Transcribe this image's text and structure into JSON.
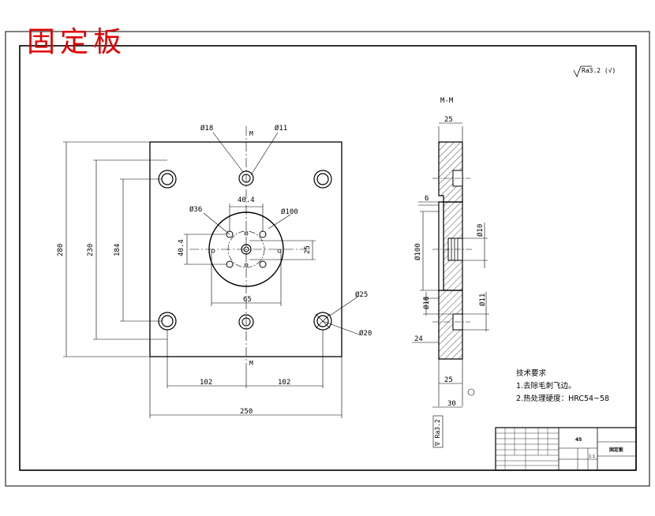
{
  "title": "固定板",
  "surface_finish": "Ra3.2 (√)",
  "views": {
    "section_label": "M-M",
    "cut_mark": "M"
  },
  "dimensions": {
    "front": {
      "d18": "Ø18",
      "d11": "Ø11",
      "d404_top": "40.4",
      "d36": "Ø36",
      "d100": "Ø100",
      "d404_left": "40.4",
      "d25_right": "25",
      "d65": "65",
      "d25_dia": "Ø25",
      "d20_dia": "Ø20",
      "h280": "280",
      "h230": "230",
      "h184": "184",
      "w102_left": "102",
      "w102_right": "102",
      "w250": "250"
    },
    "section": {
      "t25_top": "25",
      "t6": "6",
      "d10": "Ø10",
      "d100": "Ø100",
      "d18": "Ø18",
      "d11": "Ø11",
      "h24": "24",
      "t25_bottom": "25",
      "t30": "30",
      "roughness_side": "∇ Ra3.2"
    }
  },
  "technical_requirements": {
    "heading": "技术要求",
    "items": [
      "1.去除毛刺飞边。",
      "2.热处理硬度：HRC54~58"
    ]
  },
  "title_block": {
    "material": "45",
    "part_name": "固定板",
    "scale": "1:1"
  }
}
